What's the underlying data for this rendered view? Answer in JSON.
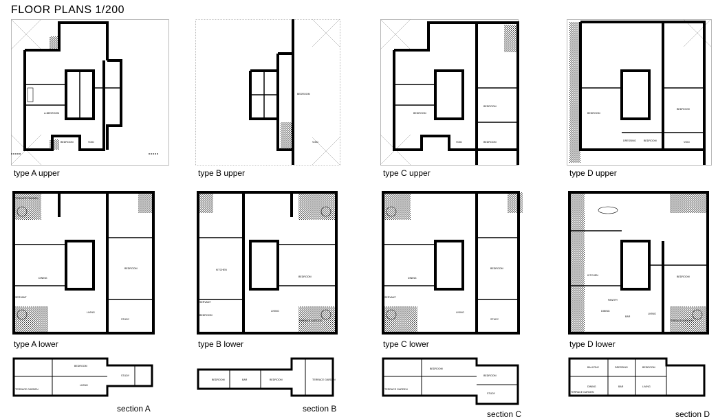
{
  "title": "FLOOR PLANS 1/200",
  "upper": [
    {
      "caption": "type A upper",
      "rooms": [
        "A-BEDROOM",
        "BEDROOM",
        "VOID"
      ]
    },
    {
      "caption": "type B upper",
      "rooms": [
        "BEDROOM",
        "VOID"
      ]
    },
    {
      "caption": "type C upper",
      "rooms": [
        "BEDROOM",
        "BEDROOM",
        "BEDROOM",
        "VOID"
      ]
    },
    {
      "caption": "type D upper",
      "rooms": [
        "BEDROOM",
        "BEDROOM",
        "DRESSING",
        "BEDROOM",
        "VOID"
      ]
    }
  ],
  "lower": [
    {
      "caption": "type A lower",
      "rooms": [
        "TERRACE GARDEN",
        "DINING",
        "SERVANT",
        "BEDROOM",
        "LIVING",
        "STUDY"
      ]
    },
    {
      "caption": "type B lower",
      "rooms": [
        "KITCHEN",
        "SERVANT",
        "BEDROOM",
        "BEDROOM",
        "LIVING",
        "TERRACE GARDEN"
      ]
    },
    {
      "caption": "type C lower",
      "rooms": [
        "DINING",
        "SERVANT",
        "BEDROOM",
        "LIVING",
        "STUDY"
      ]
    },
    {
      "caption": "type D lower",
      "rooms": [
        "KITCHEN",
        "PANTRY",
        "DINING",
        "BAR",
        "LIVING",
        "TERRACE GARDEN",
        "BEDROOM"
      ]
    }
  ],
  "sections": [
    {
      "caption": "section A",
      "rooms": [
        "BEDROOM",
        "STUDY",
        "TERRACE GARDEN",
        "LIVING"
      ]
    },
    {
      "caption": "section B",
      "rooms": [
        "BEDROOM",
        "BAR",
        "BEDROOM",
        "TERRACE GARDEN"
      ]
    },
    {
      "caption": "section C",
      "rooms": [
        "BEDROOM",
        "BEDROOM",
        "STUDY",
        "TERRACE GARDEN"
      ]
    },
    {
      "caption": "section D",
      "rooms": [
        "BALCONY",
        "DRESSING",
        "BEDROOM",
        "DINING",
        "BAR",
        "LIVING",
        "TERRACE GARDEN"
      ]
    }
  ]
}
